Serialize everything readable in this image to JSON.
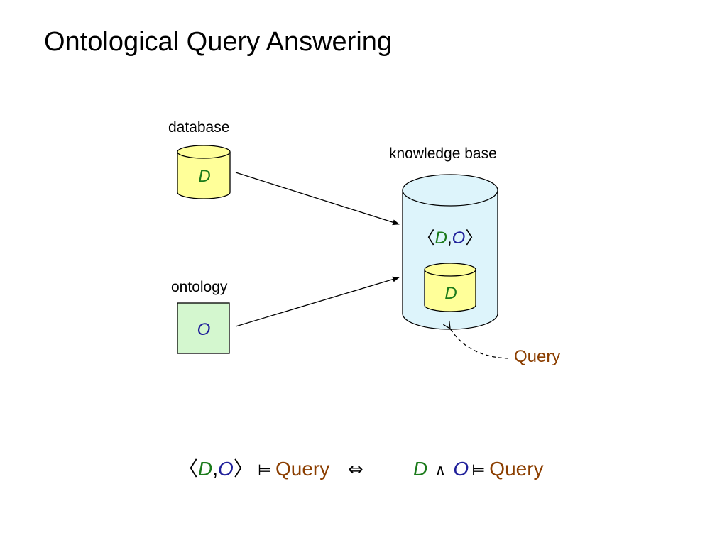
{
  "slide": {
    "title": "Ontological Query Answering"
  },
  "labels": {
    "database": "database",
    "ontology": "ontology",
    "knowledge_base": "knowledge base",
    "query": "Query"
  },
  "symbols": {
    "D": "D",
    "O": "O",
    "comma": ",",
    "langle": "〈",
    "rangle": "〉",
    "models": "⊨",
    "iff": "⇔",
    "and": "∧"
  },
  "colors": {
    "d_green": "#1a7a1a",
    "o_blue": "#1f1f9a",
    "query_brown": "#8b3e00",
    "db_fill": "#ffff99",
    "kb_fill": "#ddf4fb",
    "onto_fill": "#d4f7cf"
  }
}
